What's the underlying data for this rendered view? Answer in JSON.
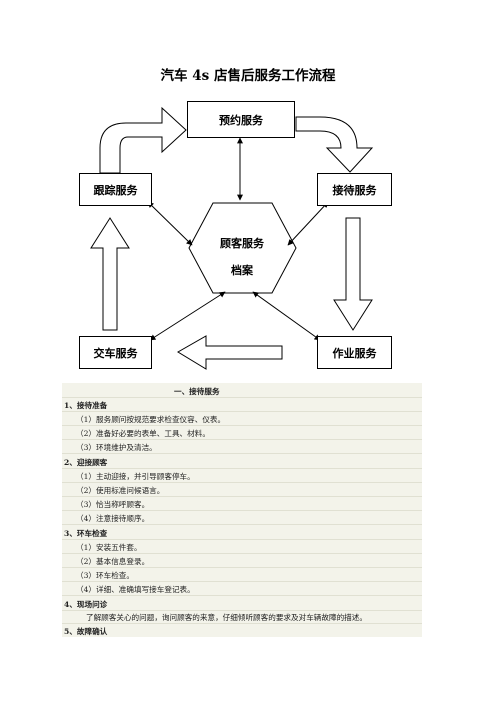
{
  "title": "汽车 4s 店售后服务工作流程",
  "flow": {
    "reservation": "预约服务",
    "reception": "接待服务",
    "follow_up": "跟踪服务",
    "delivery": "交车服务",
    "operation": "作业服务",
    "center_line1": "顾客服务",
    "center_line2": "档案"
  },
  "table": {
    "header": "一、接待服务",
    "sections": [
      {
        "title": "1、接待准备",
        "items": [
          "（1）服务顾问按规范要求检查仪容、仪表。",
          "（2）准备好必要的表单、工具、材料。",
          "（3）环境维护及清洁。"
        ]
      },
      {
        "title": "2、迎接顾客",
        "items": [
          "（1）主动迎接，并引导顾客停车。",
          "（2）使用标准问候语言。",
          "（3）恰当称呼顾客。",
          "（4）注意接待顺序。"
        ]
      },
      {
        "title": "3、环车检查",
        "items": [
          "（1）安装五件套。",
          "（2）基本信息登录。",
          "（3）环车检查。",
          "（4）详细、准确填写接车登记表。"
        ]
      },
      {
        "title": "4、现场问诊",
        "items": [
          "了解顾客关心的问题，询问顾客的来意，仔细倾听顾客的要求及对车辆故障的描述。"
        ]
      },
      {
        "title": "5、故障确认",
        "items": []
      }
    ]
  }
}
